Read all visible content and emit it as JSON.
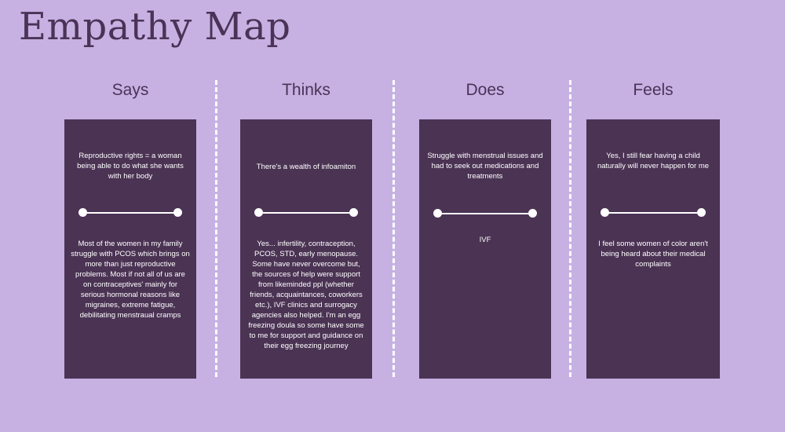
{
  "title": "Empathy Map",
  "columns": [
    {
      "heading": "Says",
      "top_text": "Reproductive rights = a woman being able to do what she wants with her body",
      "bottom_text": "Most of the women in my family struggle with PCOS which brings on more than just reproductive problems. Most if not all of us are on contraceptives' mainly for serious hormonal reasons like migraines, extreme fatigue, debilitating menstraual cramps"
    },
    {
      "heading": "Thinks",
      "top_text": "There's a wealth of infoamiton",
      "bottom_text": "Yes... infertility, contraception, PCOS, STD, early menopause. Some have never overcome but, the sources of help were support from likeminded ppl (whether friends, acquaintances, coworkers etc.), IVF clinics and surrogacy agencies also helped. I'm an egg freezing doula so some have some to me for support and guidance on their egg freezing journey"
    },
    {
      "heading": "Does",
      "top_text": "Struggle with menstrual issues and had to seek out medications and treatments",
      "bottom_text": "IVF"
    },
    {
      "heading": "Feels",
      "top_text": "Yes, I still fear having a child naturally will never happen for me",
      "bottom_text": "I feel some women of color aren't being heard about their medical complaints"
    }
  ],
  "colors": {
    "background": "#c7b1e3",
    "card": "#4b3354",
    "title": "#4a3356",
    "divider": "#ffffff"
  }
}
